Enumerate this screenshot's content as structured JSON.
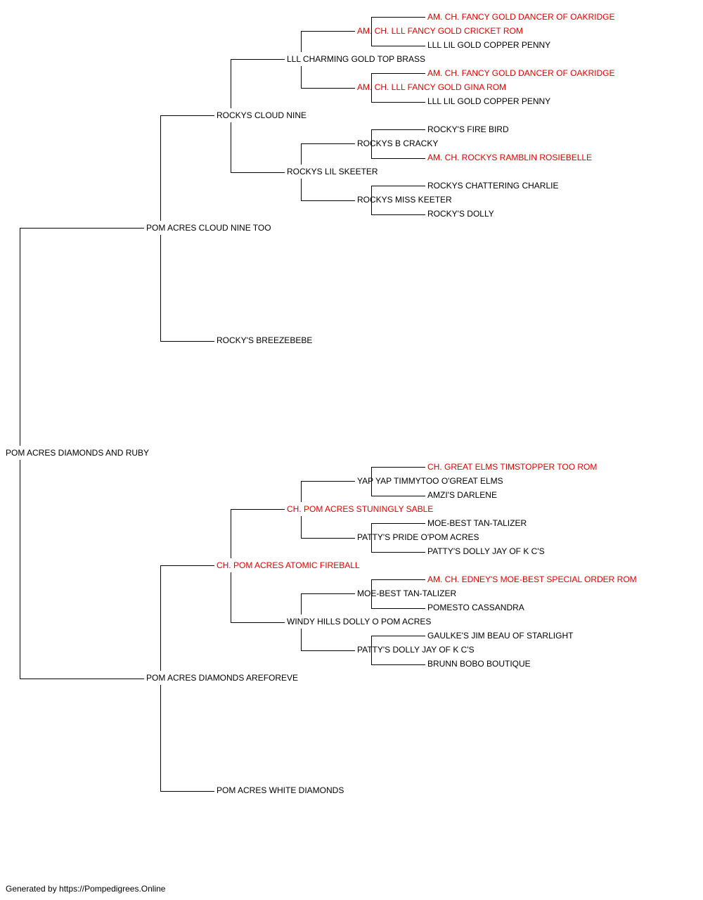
{
  "colors": {
    "text": "#000000",
    "champion": "#e00000",
    "line": "#000000"
  },
  "pedigree": {
    "subject": {
      "name": "POM ACRES DIAMONDS AND RUBY",
      "champion": false
    },
    "sire": {
      "name": "POM ACRES CLOUD NINE TOO",
      "champion": false
    },
    "dam": {
      "name": "POM ACRES DIAMONDS AREFOREVE",
      "champion": false
    },
    "gen2": [
      {
        "name": "ROCKYS CLOUD NINE",
        "champion": false
      },
      {
        "name": "ROCKY'S BREEZEBEBE",
        "champion": false
      },
      {
        "name": "CH. POM ACRES ATOMIC FIREBALL",
        "champion": true
      },
      {
        "name": "POM ACRES WHITE DIAMONDS",
        "champion": false
      }
    ],
    "gen3": [
      {
        "name": "LLL CHARMING GOLD TOP BRASS",
        "champion": false
      },
      {
        "name": "ROCKYS LIL SKEETER",
        "champion": false
      },
      {
        "name": "CH. POM ACRES STUNINGLY SABLE",
        "champion": true
      },
      {
        "name": "WINDY HILLS DOLLY O POM ACRES",
        "champion": false
      }
    ],
    "gen4": [
      {
        "name": "AM. CH. LLL FANCY GOLD CRICKET ROM",
        "champion": true
      },
      {
        "name": "AM. CH. LLL FANCY GOLD GINA ROM",
        "champion": true
      },
      {
        "name": "ROCKYS B CRACKY",
        "champion": false
      },
      {
        "name": "ROCKYS MISS KEETER",
        "champion": false
      },
      {
        "name": "YAP YAP TIMMYTOO O'GREAT ELMS",
        "champion": false
      },
      {
        "name": "PATTY'S PRIDE O'POM ACRES",
        "champion": false
      },
      {
        "name": "MOE-BEST TAN-TALIZER",
        "champion": false
      },
      {
        "name": "PATTY'S DOLLY JAY OF K C'S",
        "champion": false
      }
    ],
    "gen5": [
      {
        "name": "AM. CH. FANCY GOLD DANCER OF OAKRIDGE",
        "champion": true
      },
      {
        "name": "LLL LIL GOLD COPPER PENNY",
        "champion": false
      },
      {
        "name": "AM. CH. FANCY GOLD DANCER OF OAKRIDGE",
        "champion": true
      },
      {
        "name": "LLL LIL GOLD COPPER PENNY",
        "champion": false
      },
      {
        "name": "ROCKY'S FIRE BIRD",
        "champion": false
      },
      {
        "name": "AM. CH. ROCKYS RAMBLIN ROSIEBELLE",
        "champion": true
      },
      {
        "name": "ROCKYS CHATTERING CHARLIE",
        "champion": false
      },
      {
        "name": "ROCKY'S DOLLY",
        "champion": false
      },
      {
        "name": "CH. GREAT ELMS TIMSTOPPER TOO ROM",
        "champion": true
      },
      {
        "name": "AMZI'S DARLENE",
        "champion": false
      },
      {
        "name": "MOE-BEST TAN-TALIZER",
        "champion": false
      },
      {
        "name": "PATTY'S DOLLY JAY OF K C'S",
        "champion": false
      },
      {
        "name": "AM. CH. EDNEY'S MOE-BEST SPECIAL ORDER ROM",
        "champion": true
      },
      {
        "name": "POMESTO CASSANDRA",
        "champion": false
      },
      {
        "name": "GAULKE'S JIM BEAU OF STARLIGHT",
        "champion": false
      },
      {
        "name": "BRUNN BOBO BOUTIQUE",
        "champion": false
      }
    ]
  },
  "footer": {
    "text": "Generated by https://Pompedigrees.Online"
  }
}
